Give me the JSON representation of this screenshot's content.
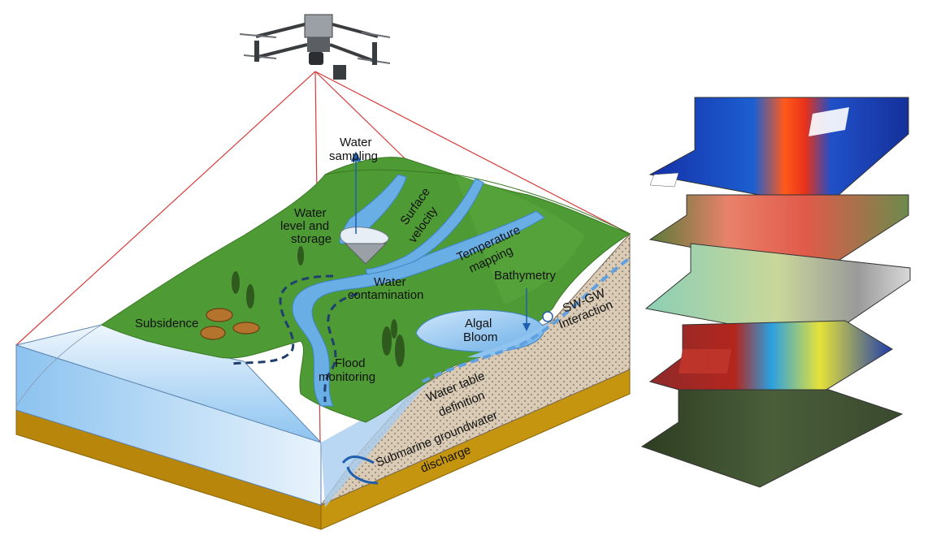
{
  "labels": {
    "water_sampling_1": "Water",
    "water_sampling_2": "sampling",
    "water_level_1": "Water",
    "water_level_2": "level and",
    "water_level_3": "storage",
    "surface_velocity_1": "Surface",
    "surface_velocity_2": "velocity",
    "temperature_1": "Temperature",
    "temperature_2": "mapping",
    "water_contamination_1": "Water",
    "water_contamination_2": "contamination",
    "bathymetry": "Bathymetry",
    "subsidence": "Subsidence",
    "algal_bloom_1": "Algal",
    "algal_bloom_2": "Bloom",
    "swgw_1": "SW-GW",
    "swgw_2": "Interaction",
    "flood_1": "Flood",
    "flood_2": "monitoring",
    "water_table_1": "Water table",
    "water_table_2": "definition",
    "sgd_1": "Submarine groundwater",
    "sgd_2": "discharge"
  },
  "colors": {
    "land_green": "#4e9a35",
    "land_green_dark": "#3f8a2c",
    "water_blue": "#7fb9ea",
    "soil": "#d9cbb6",
    "base_gold": "#b8860b",
    "view_lines": "#d63c3c",
    "flow_arrow": "#1f5fae"
  }
}
